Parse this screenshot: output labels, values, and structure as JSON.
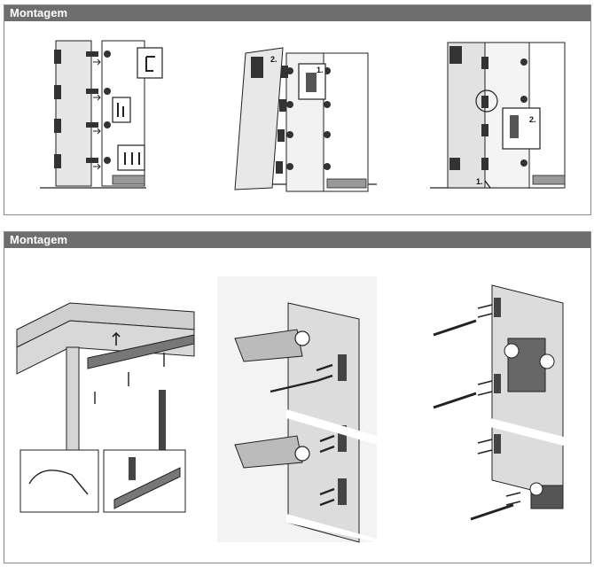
{
  "sections": [
    {
      "title": "Montagem"
    },
    {
      "title": "Montagem"
    }
  ],
  "step_labels": {
    "panel1_step1": "1.",
    "panel1_step2": "2.",
    "panel3_step1": "1.",
    "panel3_step2": "2."
  }
}
